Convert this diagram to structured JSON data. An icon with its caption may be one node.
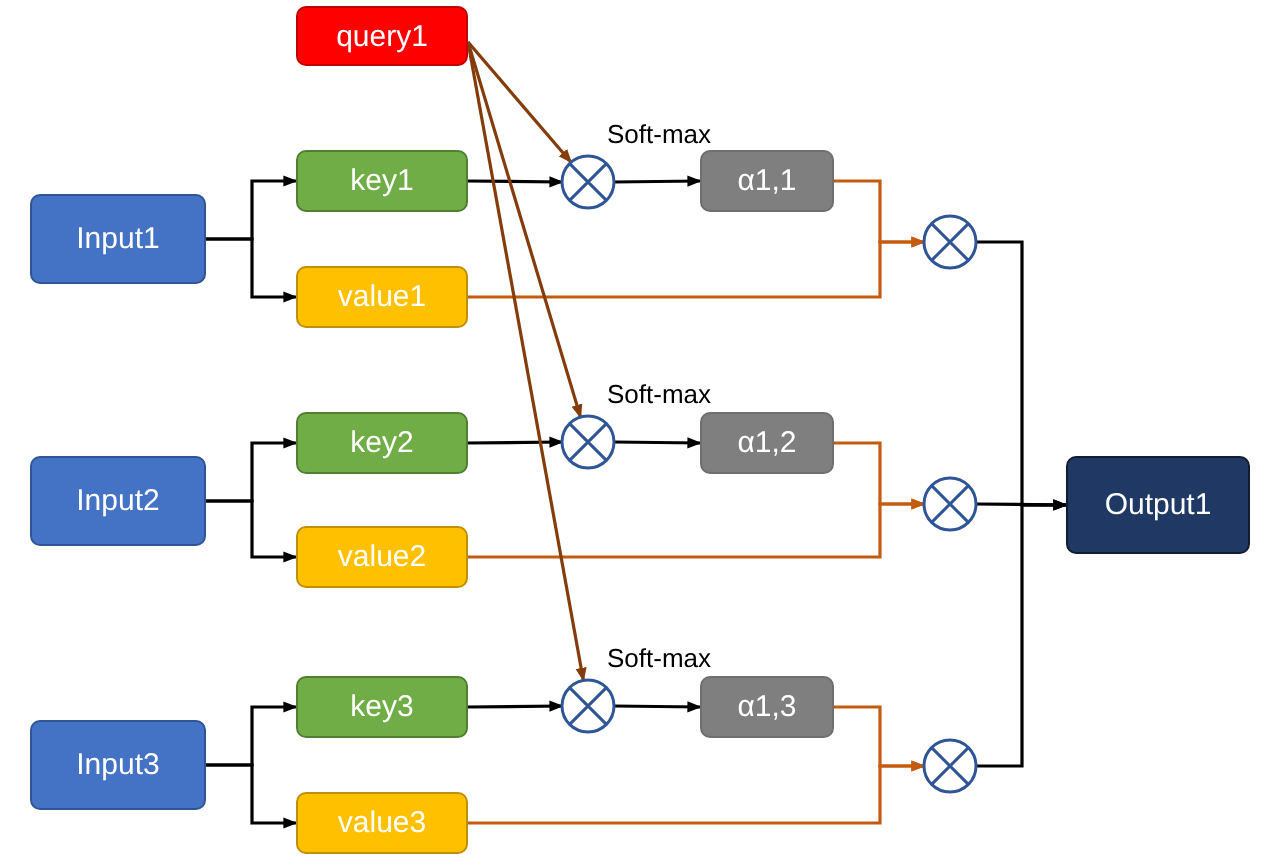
{
  "diagram": {
    "nodes": [
      {
        "text": [
          "query1"
        ]
      },
      {
        "text": [
          "Input1"
        ]
      },
      {
        "text": [
          "key1"
        ]
      },
      {
        "text": [
          "value1"
        ]
      },
      {
        "text": [],
        "shape": "circle"
      },
      {
        "text": [
          "α1,1"
        ]
      },
      {
        "text": [],
        "shape": "circle"
      },
      {
        "text": [
          "Input2"
        ]
      },
      {
        "text": [
          "key2"
        ]
      },
      {
        "text": [
          "value2"
        ]
      },
      {
        "text": [],
        "shape": "circle"
      },
      {
        "text": [
          "α1,2"
        ]
      },
      {
        "text": [],
        "shape": "circle"
      },
      {
        "text": [
          "Input3"
        ]
      },
      {
        "text": [
          "key3"
        ]
      },
      {
        "text": [
          "value3"
        ]
      },
      {
        "text": [],
        "shape": "circle"
      },
      {
        "text": [
          "α1,3"
        ]
      },
      {
        "text": [],
        "shape": "circle"
      },
      {
        "text": [
          "Output1"
        ]
      }
    ],
    "edges": [
      {
        "from": 1,
        "to": 2,
        "arrow": "to"
      },
      {
        "from": 1,
        "to": 3,
        "arrow": "to"
      },
      {
        "from": 0,
        "to": 4,
        "arrow": "to",
        "color": "#843c0c"
      },
      {
        "from": 2,
        "to": 4,
        "arrow": "to"
      },
      {
        "from": 4,
        "to": 5,
        "arrow": "to",
        "label": "Soft-max"
      },
      {
        "from": 5,
        "to": 6,
        "arrow": "to",
        "color": "#c55a11"
      },
      {
        "from": 3,
        "to": 6,
        "arrow": "to",
        "color": "#c55a11"
      },
      {
        "from": 6,
        "to": 19,
        "arrow": "to"
      },
      {
        "from": 7,
        "to": 8,
        "arrow": "to"
      },
      {
        "from": 7,
        "to": 9,
        "arrow": "to"
      },
      {
        "from": 0,
        "to": 10,
        "arrow": "to",
        "color": "#843c0c"
      },
      {
        "from": 8,
        "to": 10,
        "arrow": "to"
      },
      {
        "from": 10,
        "to": 11,
        "arrow": "to",
        "label": "Soft-max"
      },
      {
        "from": 11,
        "to": 12,
        "arrow": "to",
        "color": "#c55a11"
      },
      {
        "from": 9,
        "to": 12,
        "arrow": "to",
        "color": "#c55a11"
      },
      {
        "from": 12,
        "to": 19,
        "arrow": "to"
      },
      {
        "from": 13,
        "to": 14,
        "arrow": "to"
      },
      {
        "from": 13,
        "to": 15,
        "arrow": "to"
      },
      {
        "from": 0,
        "to": 16,
        "arrow": "to",
        "color": "#843c0c"
      },
      {
        "from": 14,
        "to": 16,
        "arrow": "to"
      },
      {
        "from": 16,
        "to": 17,
        "arrow": "to",
        "label": "Soft-max"
      },
      {
        "from": 17,
        "to": 18,
        "arrow": "to",
        "color": "#c55a11"
      },
      {
        "from": 15,
        "to": 18,
        "arrow": "to",
        "color": "#c55a11"
      },
      {
        "from": 18,
        "to": 19,
        "arrow": "to"
      }
    ]
  }
}
